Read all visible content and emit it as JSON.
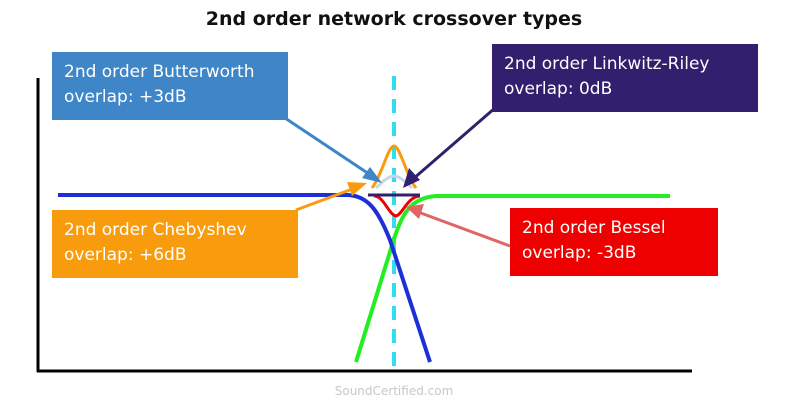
{
  "title": "2nd order network crossover types",
  "credit": "SoundCertified.com",
  "colors": {
    "butterworth": "#3f86c8",
    "linkwitz_riley": "#32206e",
    "chebyshev": "#f89c0e",
    "bessel": "#ee0000",
    "lowpass": "#1e2fd8",
    "highpass": "#22ee22",
    "crossover_line": "#33dcee",
    "axis": "#000000"
  },
  "callouts": {
    "butterworth": {
      "line1": "2nd order Butterworth",
      "line2": "overlap: +3dB"
    },
    "linkwitz_riley": {
      "line1": "2nd order Linkwitz-Riley",
      "line2": "overlap: 0dB"
    },
    "chebyshev": {
      "line1": "2nd order Chebyshev",
      "line2": "overlap: +6dB"
    },
    "bessel": {
      "line1": "2nd order Bessel",
      "line2": "overlap: -3dB"
    }
  }
}
